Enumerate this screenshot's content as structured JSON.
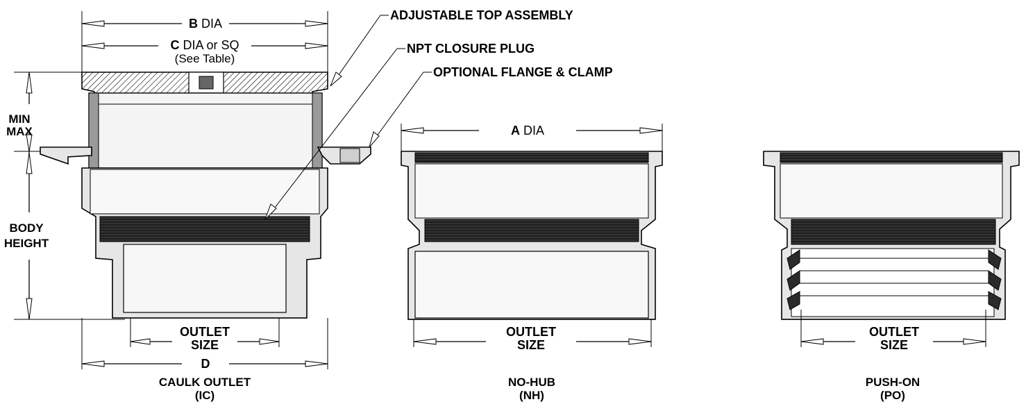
{
  "callouts": {
    "adjustable_top": "ADJUSTABLE TOP ASSEMBLY",
    "npt_plug": "NPT CLOSURE PLUG",
    "flange_clamp": "OPTIONAL FLANGE & CLAMP"
  },
  "dimensions": {
    "b_letter": "B",
    "b_text": " DIA",
    "c_letter": "C",
    "c_text": " DIA or SQ",
    "c_note": "(See Table)",
    "a_letter": "A",
    "a_text": " DIA",
    "min": "MIN",
    "max": "MAX",
    "body_height_1": "BODY",
    "body_height_2": "HEIGHT",
    "d_letter": "D"
  },
  "outlets": [
    {
      "size_1": "OUTLET",
      "size_2": "SIZE",
      "name": "CAULK OUTLET",
      "code": "(IC)"
    },
    {
      "size_1": "OUTLET",
      "size_2": "SIZE",
      "name": "NO-HUB",
      "code": "(NH)"
    },
    {
      "size_1": "OUTLET",
      "size_2": "SIZE",
      "name": "PUSH-ON",
      "code": "(PO)"
    }
  ]
}
